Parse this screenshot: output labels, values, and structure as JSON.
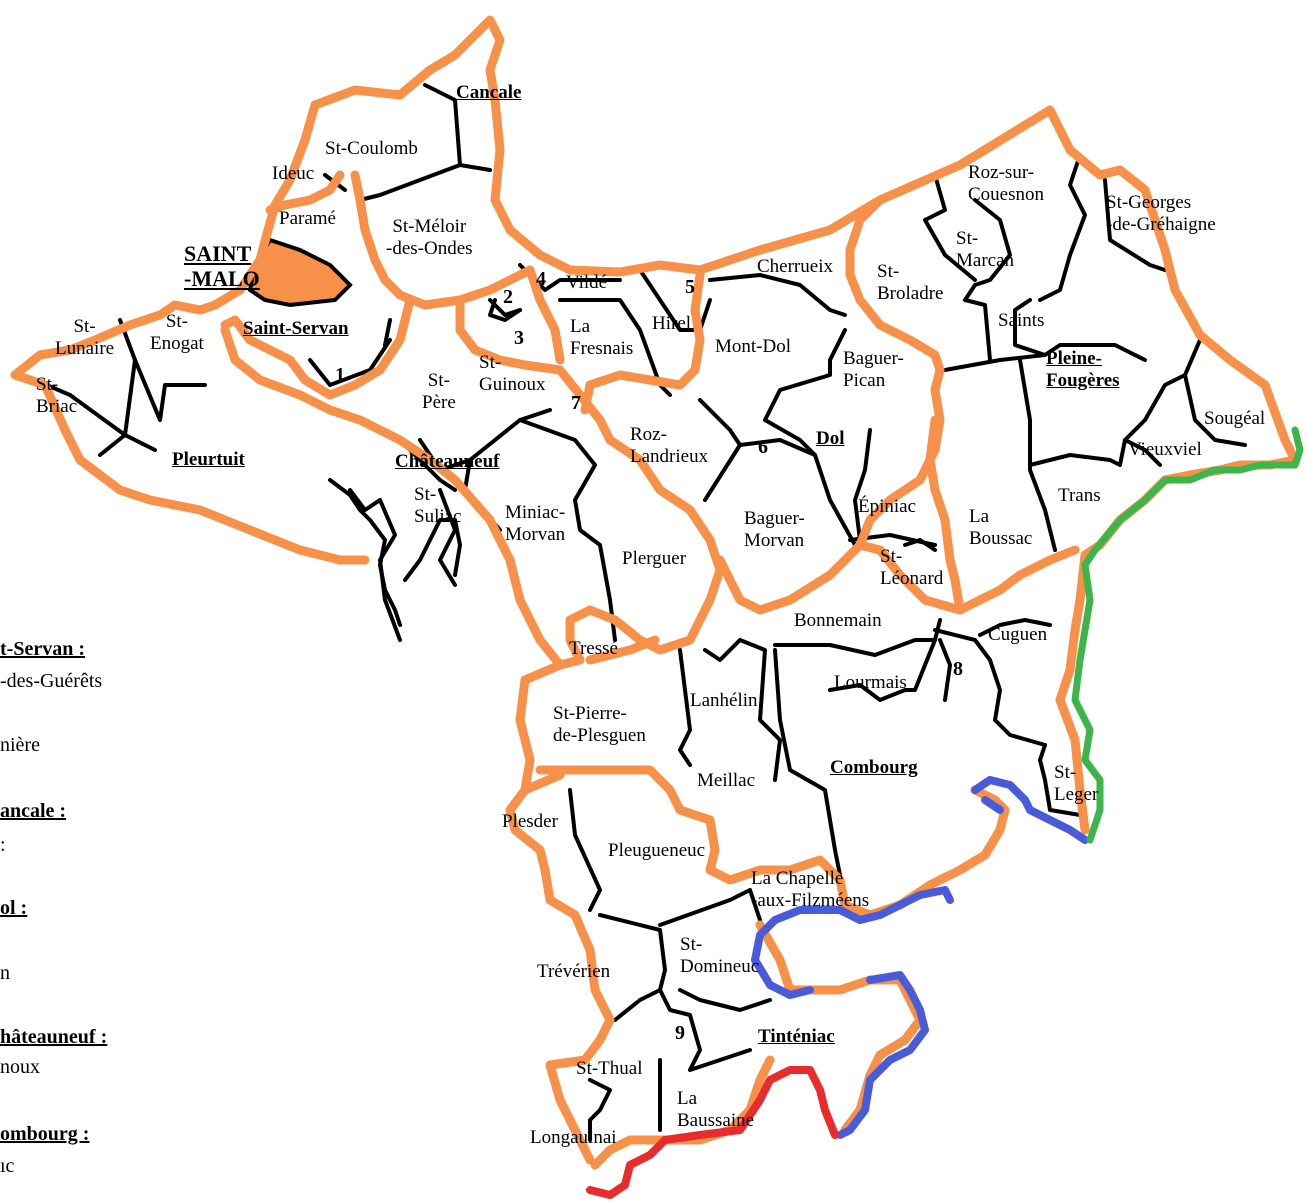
{
  "colors": {
    "orange": "#f7914a",
    "blue": "#4a5bd9",
    "green": "#3cb54a",
    "red": "#e82b2b",
    "boundary": "#000000"
  },
  "cantons": {
    "cancale": "Cancale",
    "saint_malo": "SAINT\n-MALO",
    "saint_servan": "Saint-Servan",
    "pleurtuit": "Pleurtuit",
    "chateauneuf": "Châteauneuf",
    "dol": "Dol",
    "pleine_fougeres": "Pleine-\nFougères",
    "combourg": "Combourg",
    "tinteniac": "Tinténiac"
  },
  "communes": {
    "st_coulomb": "St-Coulomb",
    "ideuc": "Ideuc",
    "parame": "Paramé",
    "st_meloir": "St-Méloir\n-des-Ondes",
    "st_lunaire": "St-\nLunaire",
    "st_enogat": "St-\nEnogat",
    "st_briac": "St-\nBriac",
    "st_pere": "St-\nPère",
    "st_guinoux": "St-\nGuinoux",
    "st_suliac": "St-\nSuliac",
    "vilde": "Vildé",
    "la_fresnais": "La\nFresnais",
    "hirel": "Hirel",
    "cherrueix": "Cherrueix",
    "mont_dol": "Mont-Dol",
    "st_broladre": "St-\nBroladre",
    "roz_sur_couesnon": "Roz-sur-\nCouesnon",
    "st_marcan": "St-\nMarcan",
    "saints": "Saints",
    "st_georges": "St-Georges\n-de-Gréhaigne",
    "baguer_pican": "Baguer-\nPican",
    "roz_landrieux": "Roz-\nLandrieux",
    "miniac_morvan": "Miniac-\nMorvan",
    "plerguer": "Plerguer",
    "baguer_morvan": "Baguer-\nMorvan",
    "epiniac": "Épiniac",
    "la_boussac": "La\nBoussac",
    "st_leonard": "St-\nLéonard",
    "sougeal": "Sougéal",
    "vieuxviel": "Vieuxviel",
    "trans": "Trans",
    "bonnemain": "Bonnemain",
    "cuguen": "Cuguen",
    "tresse": "Tressé",
    "lanhelin": "Lanhélin",
    "lourmais": "Lourmais",
    "st_pierre": "St-Pierre-\nde-Plesguen",
    "meillac": "Meillac",
    "st_leger": "St-\nLeger",
    "plesder": "Plesder",
    "pleugueneuc": "Pleugueneuc",
    "la_chapelle": "La Chapelle\n-aux-Filzméens",
    "st_domineuc": "St-\nDomineuc",
    "treverien": "Trévérien",
    "st_thual": "St-Thual",
    "la_baussaine": "La\nBaussaine",
    "longaulnai": "Longaulnai"
  },
  "markers": [
    "1",
    "2",
    "3",
    "4",
    "5",
    "6",
    "7",
    "8",
    "9"
  ],
  "legend": {
    "l1": "t-Servan :",
    "l2": "-des-Guérêts",
    "l3": "nière",
    "l4": "ancale :",
    "l5": ":",
    "l6": "ol :",
    "l7": "n",
    "l8": "hâteauneuf :",
    "l9": "noux",
    "l10": "ombourg :",
    "l11": "ıc"
  }
}
